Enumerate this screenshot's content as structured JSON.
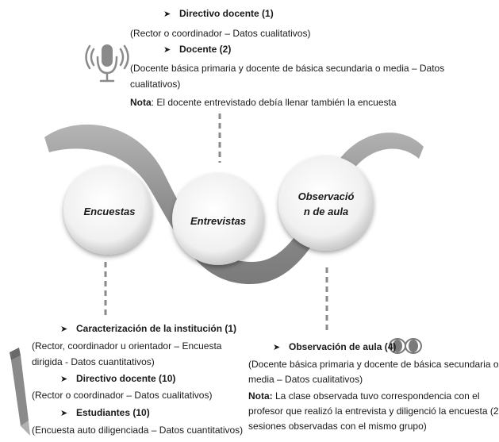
{
  "interviews": {
    "item1": {
      "title": "Directivo docente (1)",
      "detail": "(Rector o coordinador – Datos cualitativos)"
    },
    "item2": {
      "title": "Docente (2)",
      "detail_line1": "(Docente básica primaria y docente de básica secundaria o media – Datos",
      "detail_line2": "cualitativos)"
    },
    "note_label": "Nota",
    "note_text": ": El docente entrevistado debía llenar también la encuesta"
  },
  "circles": {
    "surveys": "Encuestas",
    "interviews": "Entrevistas",
    "observation_line1": "Observació",
    "observation_line2": "n de aula"
  },
  "surveys": {
    "item1": {
      "title": "Caracterización de la institución (1)",
      "detail_line1": "(Rector, coordinador u orientador – Encuesta",
      "detail_line2": "dirigida - Datos cuantitativos)"
    },
    "item2": {
      "title": "Directivo docente (10)",
      "detail": "(Rector o coordinador – Datos cualitativos)"
    },
    "item3": {
      "title": "Estudiantes (10)",
      "detail": "(Encuesta auto diligenciada – Datos cuantitativos)"
    }
  },
  "observation": {
    "title": "Observación de aula (4)",
    "detail_line1": "(Docente básica primaria y docente de básica secundaria o",
    "detail_line2": "media – Datos cualitativos)",
    "note_label": "Nota:",
    "note_line1": " La clase observada tuvo correspondencia con el",
    "note_line2": "profesor que realizó la entrevista y diligenció la encuesta (2",
    "note_line3": "sesiones observadas con el mismo grupo)"
  },
  "icons": [
    "microphone-icon",
    "pencil-icon",
    "eyes-icon"
  ],
  "colors": {
    "ribbon": "#9e9e9e",
    "ribbon_dark": "#6f6f6f",
    "circle": "#ececec",
    "dash": "#8a8a8a",
    "text": "#1a1a1a"
  }
}
